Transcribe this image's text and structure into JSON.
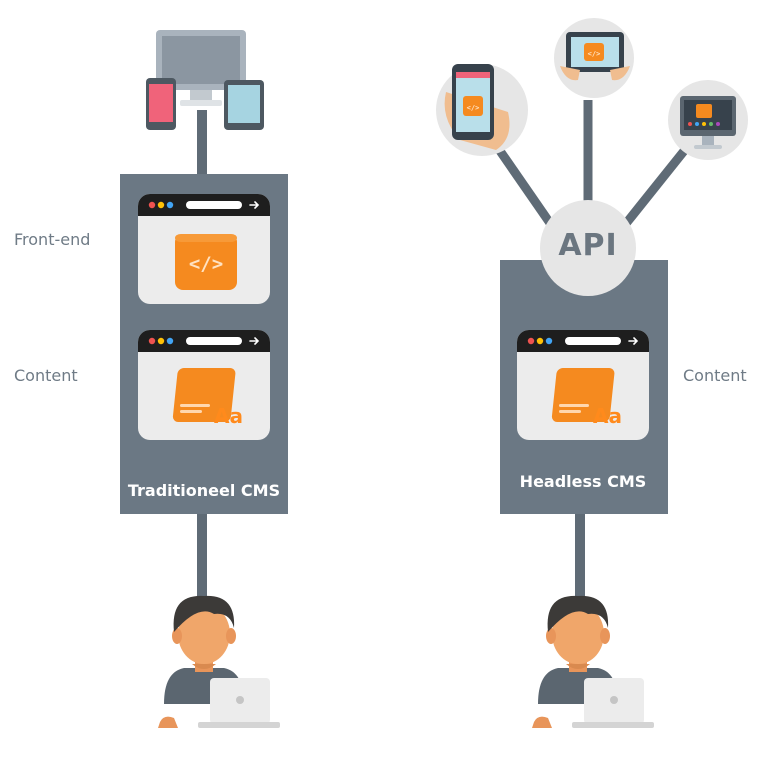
{
  "labels": {
    "frontend": "Front-end",
    "content_left": "Content",
    "content_right": "Content",
    "traditional_title": "Traditioneel CMS",
    "headless_title": "Headless CMS",
    "api": "API"
  },
  "icons": {
    "code": "code-icon",
    "content": "content-aa-icon",
    "user": "developer-with-laptop-icon",
    "devices": "multi-device-icon",
    "phone": "phone-in-hand-icon",
    "tablet": "tablet-in-hands-icon",
    "monitor": "desktop-monitor-icon"
  },
  "colors": {
    "panel": "#6b7884",
    "connector": "#5f6b76",
    "card": "#ececec",
    "browser_bar": "#1e1e1e",
    "accent_orange": "#f58a1f",
    "circle_bg": "#e6e6e6",
    "label_text": "#6f7b86"
  }
}
